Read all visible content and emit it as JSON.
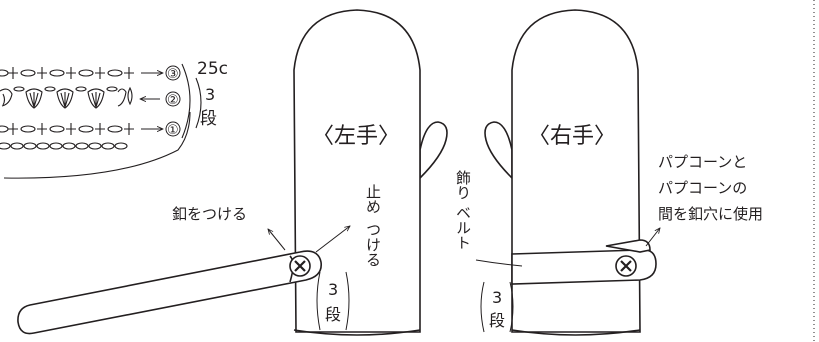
{
  "stitch_chart": {
    "row_labels": [
      "③",
      "②",
      "①"
    ],
    "stitch_count": "25c",
    "rows_label_digit": "3",
    "rows_label_unit": "段"
  },
  "left_mitten": {
    "title": "〈左手〉",
    "button_note": "釦をつける",
    "stop_note_line1": "止め",
    "stop_note_line2": "つける",
    "rows_digit": "3",
    "rows_unit": "段"
  },
  "right_mitten": {
    "title": "〈右手〉",
    "belt_label_line1": "飾り",
    "belt_label_line2": "ベルト",
    "popcorn_note_line1": "パプコーンと",
    "popcorn_note_line2": "パプコーンの",
    "popcorn_note_line3": "間を釦穴に使用",
    "rows_digit": "3",
    "rows_unit": "段"
  },
  "colors": {
    "ink": "#231f20",
    "paper": "#ffffff"
  }
}
